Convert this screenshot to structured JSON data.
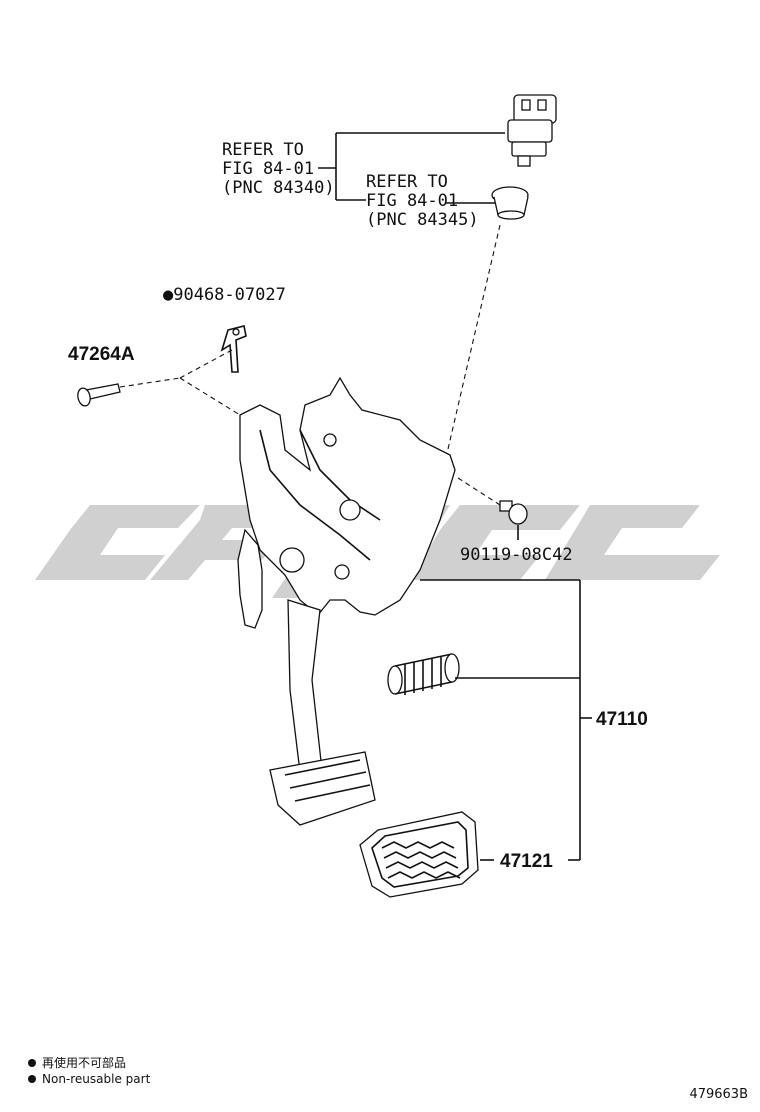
{
  "refs": [
    {
      "line1": "REFER TO",
      "line2": "FIG 84-01",
      "line3": "(PNC 84340)"
    },
    {
      "line1": "REFER TO",
      "line2": "FIG 84-01",
      "line3": "(PNC 84345)"
    }
  ],
  "parts": {
    "clip": "●90468-07027",
    "pin": "47264A",
    "bolt": "90119-08C42",
    "assembly": "47110",
    "pad": "47121"
  },
  "legend": {
    "line1": "再使用不可部品",
    "line2": "Non-reusable part"
  },
  "figure_id": "479663B",
  "watermark_color": "#d0d0d0"
}
